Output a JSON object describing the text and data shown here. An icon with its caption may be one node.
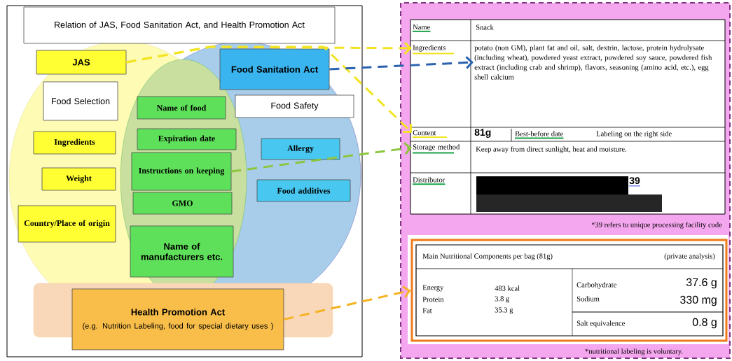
{
  "diagram": {
    "nodes": [
      {
        "text": [
          "Relation of JAS, Food Sanitation Act, and Health Promotion Act"
        ]
      },
      {
        "text": [
          "JAS"
        ]
      },
      {
        "text": [
          "Food Selection"
        ]
      },
      {
        "text": [
          "Food Sanitation Act"
        ]
      },
      {
        "text": [
          "Name of food"
        ]
      },
      {
        "text": [
          "Food Safety"
        ]
      },
      {
        "text": [
          "Ingredients"
        ]
      },
      {
        "text": [
          "Expiration date"
        ]
      },
      {
        "text": [
          "Allergy"
        ]
      },
      {
        "text": [
          "Instructions on keeping"
        ]
      },
      {
        "text": [
          "Weight"
        ]
      },
      {
        "text": [
          "Food additives"
        ]
      },
      {
        "text": [
          "GMO"
        ]
      },
      {
        "text": [
          "Country/Place of origin"
        ]
      },
      {
        "text": [
          "Name of manufacturers etc."
        ]
      },
      {
        "text": [
          "Health Promotion Act",
          "(e.g. Nutrition Labeling, food for special dietary uses )"
        ]
      },
      {
        "text": [
          "Ingredients"
        ]
      },
      {
        "text": [
          "potato (non GM), plant fat and oil, salt, dextrin, lactose, protein hydrolysate (including wheat), powdered yeast extract, powdered soy sauce, powdered fish extract (including crab and shrimp), flavors, seasoning (amino acid, etc.), egg shell calcium"
        ]
      },
      {
        "text": [
          "Content"
        ]
      },
      {
        "text": [
          "Storage method"
        ]
      },
      {
        "text": [
          "Main Nutritional Components per bag (81g)",
          "(private analysis)",
          "Energy",
          "483 kcal",
          "Protein",
          "3.8 g",
          "Fat",
          "35.3 g",
          "Carbohydrate",
          "37.6 g",
          "Sodium",
          "330 mg",
          "Salt equivalence",
          "0.8 g"
        ]
      }
    ],
    "edges": [
      {
        "from": 1,
        "to": 16,
        "arrow": "to",
        "style": "dashed",
        "color": "#f2e422"
      },
      {
        "from": 1,
        "to": 18,
        "arrow": "to",
        "style": "dashed",
        "color": "#f2e422"
      },
      {
        "from": 3,
        "to": 17,
        "arrow": "to",
        "style": "dashed",
        "color": "#2a62b0"
      },
      {
        "from": 9,
        "to": 19,
        "arrow": "to",
        "style": "dashed",
        "color": "#8cc63f"
      },
      {
        "from": 15,
        "to": 20,
        "arrow": "to",
        "style": "dashed",
        "color": "#f5b323"
      }
    ],
    "labels": [
      "Name",
      "Snack",
      "81g",
      "Best-before date",
      "Labeling on the right side",
      "Keep away from direct sunlight, heat and moisture.",
      "Distributor",
      "39",
      "*39 refers to unique processing facility code",
      "*nutritional labeling is voluntary."
    ]
  }
}
